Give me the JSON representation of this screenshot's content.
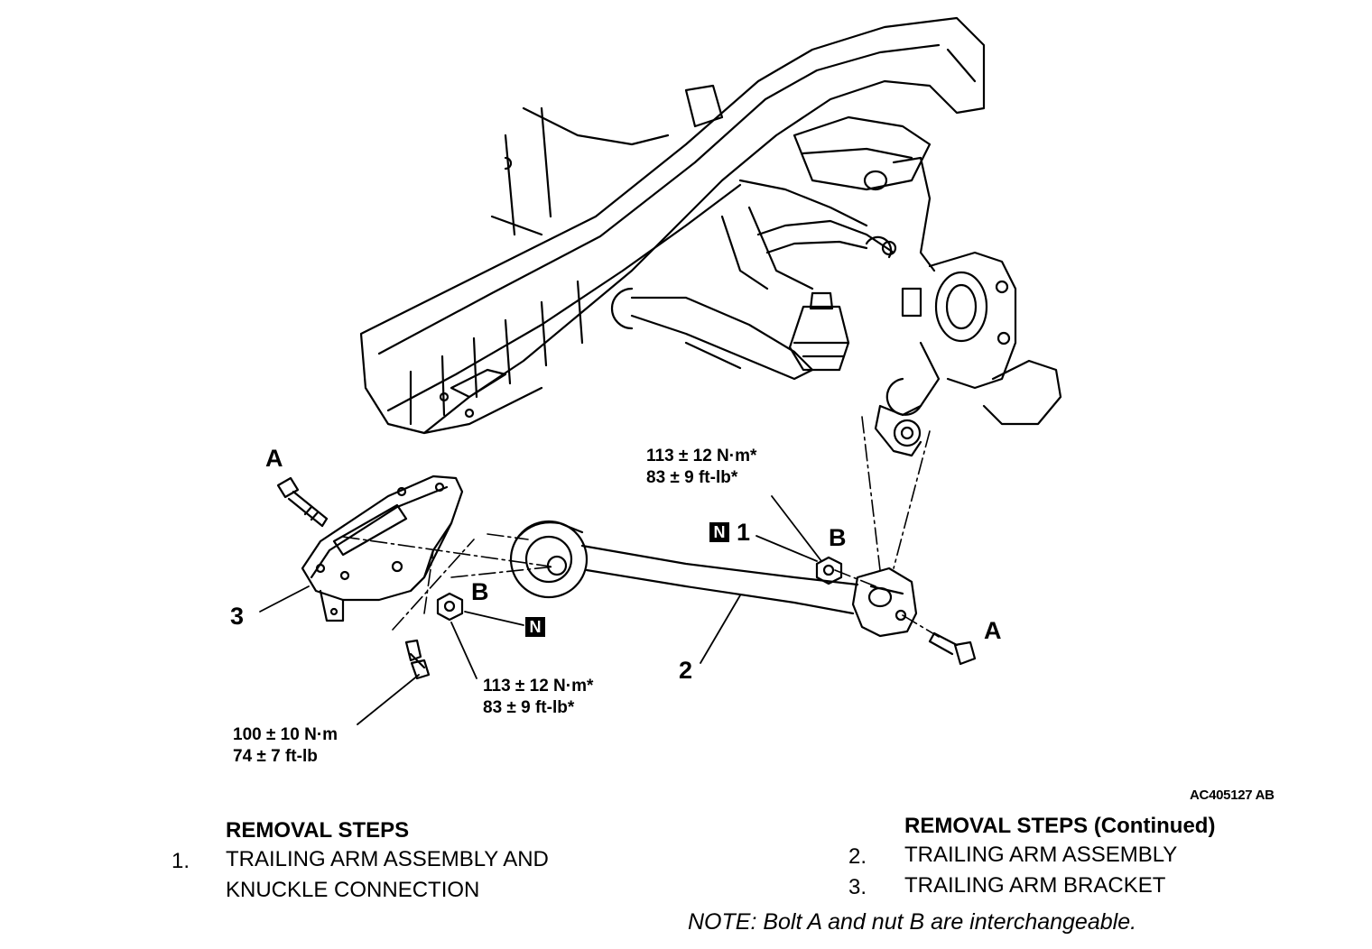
{
  "callouts": {
    "bolt_a_left": "A",
    "bolt_a_right": "A",
    "nut_b_upper": "B",
    "nut_b_lower": "B",
    "part_1": "1",
    "part_2": "2",
    "part_3": "3",
    "nonreusable_mark": "N"
  },
  "torques": {
    "upper_nut": {
      "metric": "113 ± 12 N·m*",
      "imperial": "83 ± 9 ft-lb*"
    },
    "lower_nut": {
      "metric": "113 ± 12 N·m*",
      "imperial": "83 ± 9 ft-lb*"
    },
    "bracket_bolt": {
      "metric": "100 ± 10 N·m",
      "imperial": "74 ± 7 ft-lb"
    }
  },
  "figure_id": "AC405127 AB",
  "removal_steps": {
    "heading": "REMOVAL STEPS",
    "items": [
      {
        "number": "1.",
        "line1": "TRAILING ARM ASSEMBLY AND",
        "line2": "KNUCKLE CONNECTION"
      }
    ]
  },
  "removal_steps_continued": {
    "heading": "REMOVAL STEPS (Continued)",
    "items": [
      {
        "number": "2.",
        "text": "TRAILING ARM ASSEMBLY"
      },
      {
        "number": "3.",
        "text": "TRAILING ARM BRACKET"
      }
    ]
  },
  "note": "NOTE: Bolt A and nut B are interchangeable."
}
